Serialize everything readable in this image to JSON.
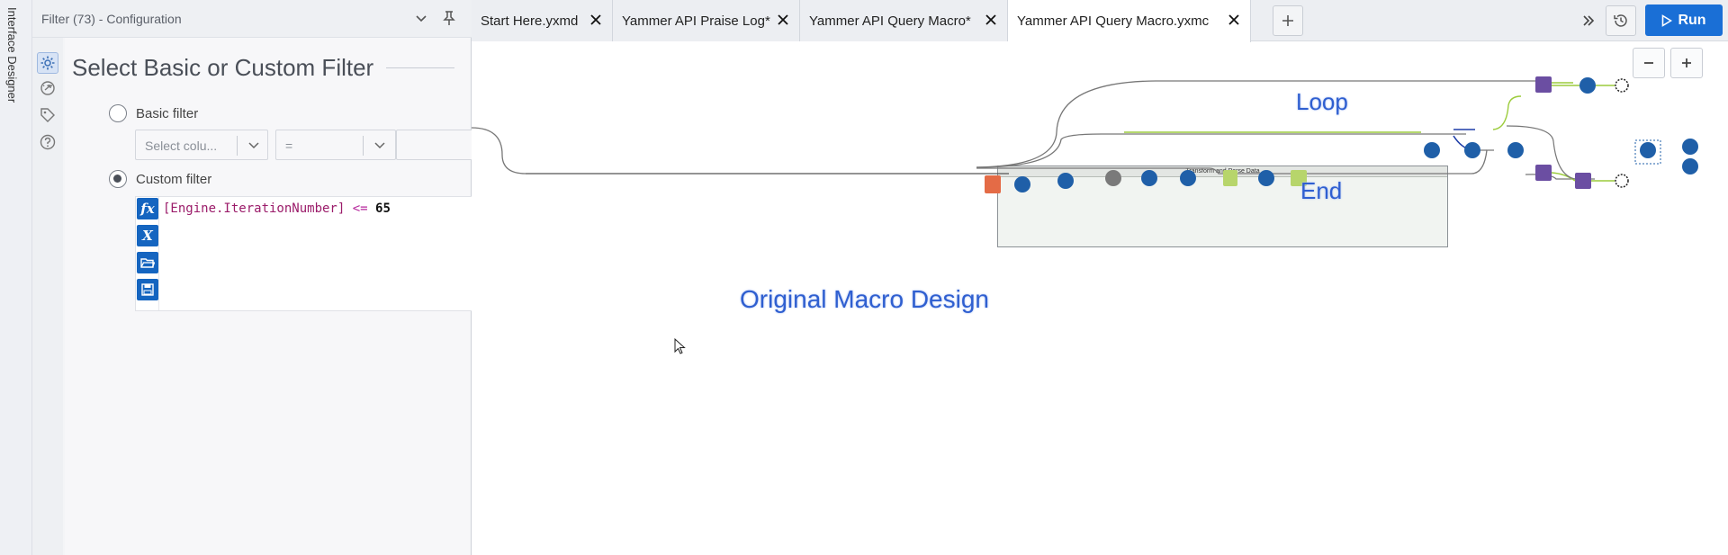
{
  "side_strip": {
    "label": "Interface Designer"
  },
  "config": {
    "title": "Filter (73) - Configuration",
    "dots": "...",
    "section_title": "Select Basic or Custom Filter",
    "basic_filter_label": "Basic filter",
    "basic_column_placeholder": "Select colu...",
    "basic_operator_value": "=",
    "basic_value": "",
    "custom_filter_label": "Custom filter",
    "selected_mode": "custom",
    "expression": {
      "field": "[Engine.IterationNumber]",
      "operator": "<=",
      "value": "65"
    },
    "toolbar_icons": [
      "fx-icon",
      "variable-icon",
      "open-folder-icon",
      "save-icon"
    ]
  },
  "tabs": [
    {
      "label": "Start Here.yxmd",
      "active": false
    },
    {
      "label": "Yammer API Praise Log*",
      "active": false
    },
    {
      "label": "Yammer API Query Macro*",
      "active": false
    },
    {
      "label": "Yammer API Query Macro.yxmc",
      "active": true
    }
  ],
  "toolbar": {
    "run_label": "Run"
  },
  "canvas": {
    "container_title": "Transform and Parse Data",
    "annotations": {
      "loop": "Loop",
      "end": "End",
      "design": "Original Macro Design"
    }
  },
  "colors": {
    "accent": "#1a6fd6",
    "tool_blue": "#1f5fa8",
    "tool_purple": "#6b4ea2",
    "tool_green": "#9ccc3c",
    "annotation_blue": "#2f5fd0"
  }
}
